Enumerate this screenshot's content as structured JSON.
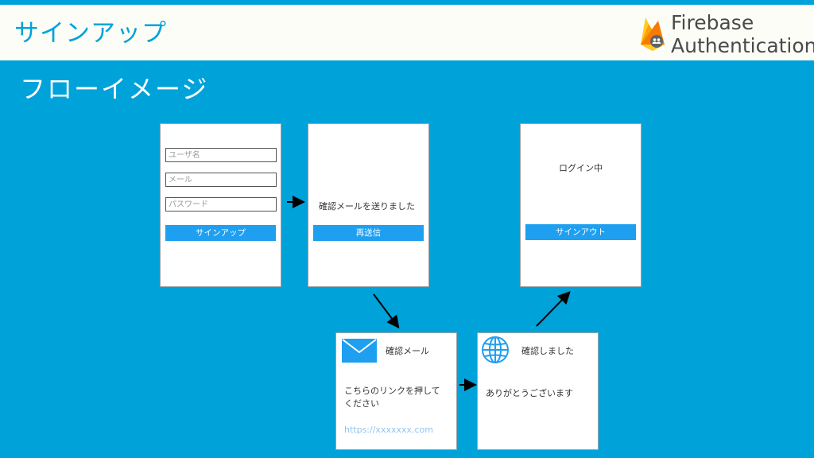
{
  "slide": {
    "title": "サインアップ",
    "section": "フローイメージ",
    "brand_line1": "Firebase",
    "brand_line2": "Authentication"
  },
  "colors": {
    "background": "#00a2da",
    "header": "#fdfdf8",
    "button": "#1e9ff0",
    "link": "#8fc5f2",
    "firebase_yellow": "#ffca28",
    "firebase_orange": "#f57c00"
  },
  "screens": {
    "signup": {
      "username_placeholder": "ユーザ名",
      "email_placeholder": "メール",
      "password_placeholder": "パスワード",
      "button": "サインアップ"
    },
    "confirm_sent": {
      "message": "確認メールを送りました",
      "button": "再送信"
    },
    "logged_in": {
      "message": "ログイン中",
      "button": "サインアウト"
    },
    "email": {
      "icon": "envelope-icon",
      "title": "確認メール",
      "body_line1": "こちらのリンクを押して",
      "body_line2": "ください",
      "link": "https://xxxxxxx.com"
    },
    "verified": {
      "icon": "globe-icon",
      "title": "確認しました",
      "body": "ありがとうございます"
    }
  }
}
